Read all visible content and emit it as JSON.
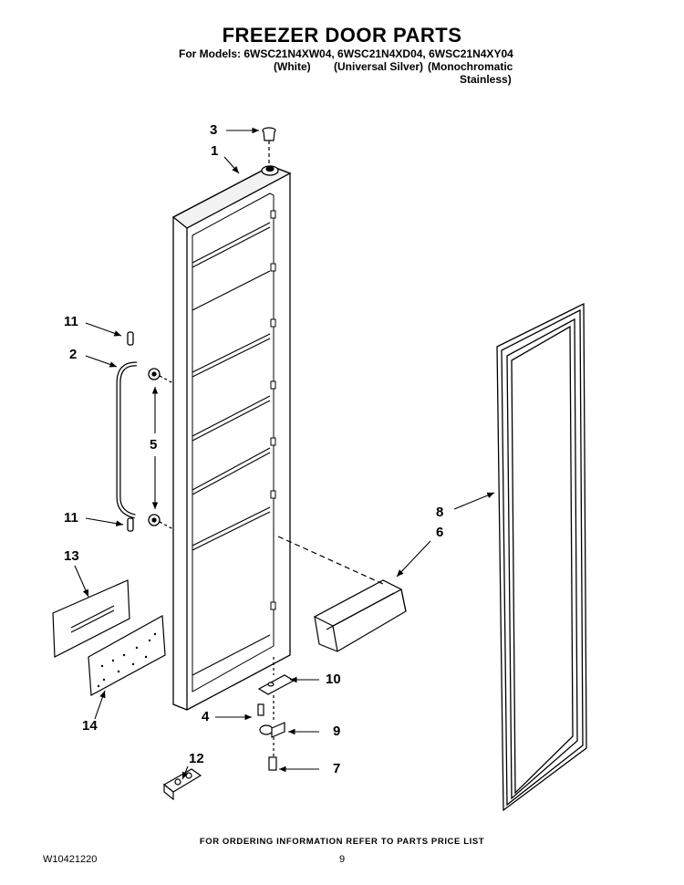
{
  "header": {
    "title": "FREEZER DOOR PARTS",
    "models_line": "For Models: 6WSC21N4XW04, 6WSC21N4XD04, 6WSC21N4XY04",
    "finish_white": "(White)",
    "finish_silver": "(Universal Silver)",
    "finish_mono_1": "(Monochromatic",
    "finish_mono_2": "Stainless)"
  },
  "callouts": {
    "c1": "1",
    "c2": "2",
    "c3": "3",
    "c4": "4",
    "c5": "5",
    "c6": "6",
    "c7": "7",
    "c8": "8",
    "c9": "9",
    "c10": "10",
    "c11a": "11",
    "c11b": "11",
    "c12": "12",
    "c13": "13",
    "c14": "14"
  },
  "footer": {
    "ordering_note": "FOR ORDERING INFORMATION REFER TO PARTS PRICE LIST",
    "document_number": "W10421220",
    "page_number": "9"
  }
}
